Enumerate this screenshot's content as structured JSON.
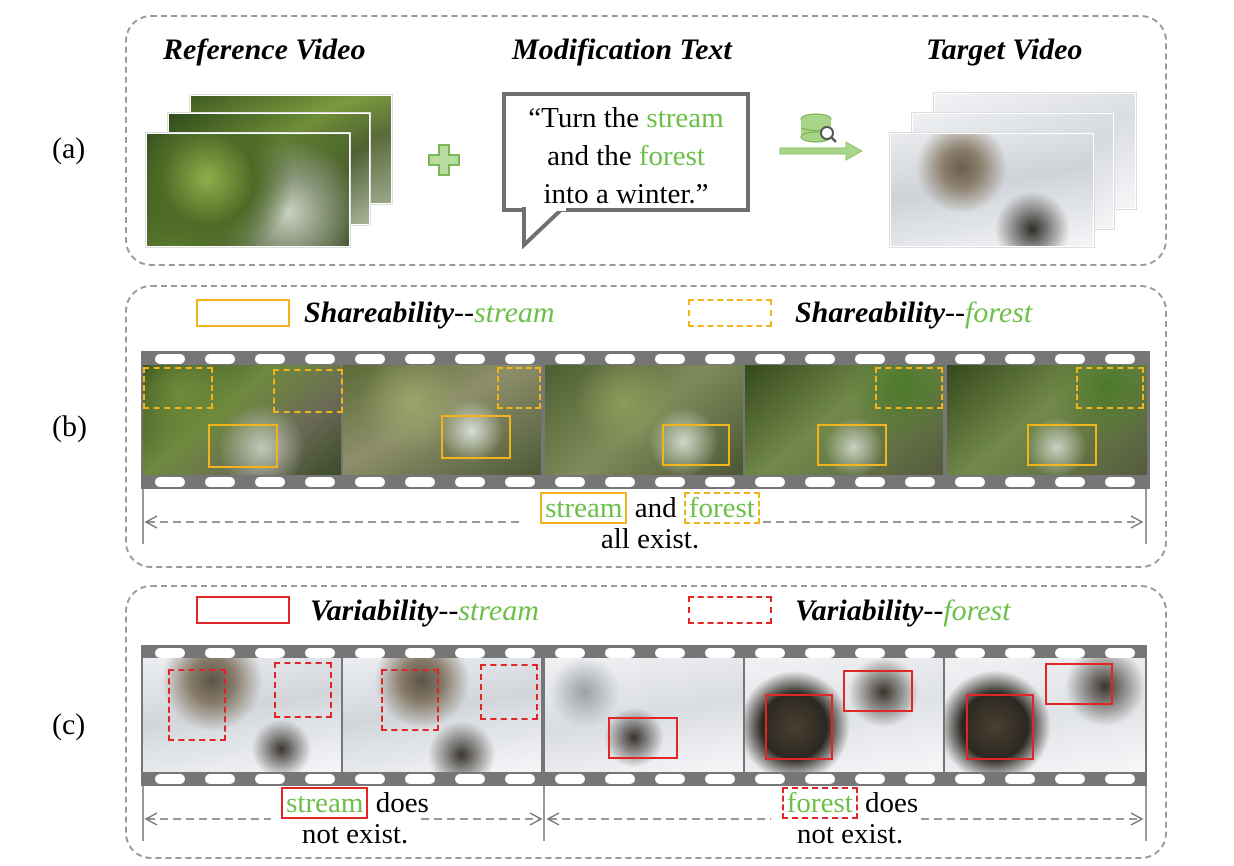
{
  "panel_a": {
    "label": "(a)",
    "reference_title": "Reference Video",
    "modification_title": "Modification Text",
    "target_title": "Target Video",
    "text_prefix": "“Turn the ",
    "text_stream": "stream",
    "text_and": "and the ",
    "text_forest": "forest",
    "text_end": "into a winter.”"
  },
  "panel_b": {
    "label": "(b)",
    "legend_solid_title": "Shareability",
    "legend_solid_dash": "--",
    "legend_solid_word": "stream",
    "legend_dashed_title": "Shareability",
    "legend_dashed_dash": "--",
    "legend_dashed_word": "forest",
    "caption_word1": "stream",
    "caption_and": "and",
    "caption_word2": "forest",
    "caption_line2": "all exist."
  },
  "panel_c": {
    "label": "(c)",
    "legend_solid_title": "Variability",
    "legend_solid_dash": "--",
    "legend_solid_word": "stream",
    "legend_dashed_title": "Variability",
    "legend_dashed_dash": "--",
    "legend_dashed_word": "forest",
    "left_caption_word": "stream",
    "left_caption_rest": " does",
    "left_caption_line2": "not exist.",
    "right_caption_word": "forest",
    "right_caption_rest": " does",
    "right_caption_line2": "not exist."
  },
  "colors": {
    "text_green": "#6cc04a",
    "share_orange": "#f2b41c",
    "variability_red": "#e02626",
    "film_gray": "#767676",
    "plus_green": "#b8dca0",
    "arrow_green": "#a9d58a"
  }
}
